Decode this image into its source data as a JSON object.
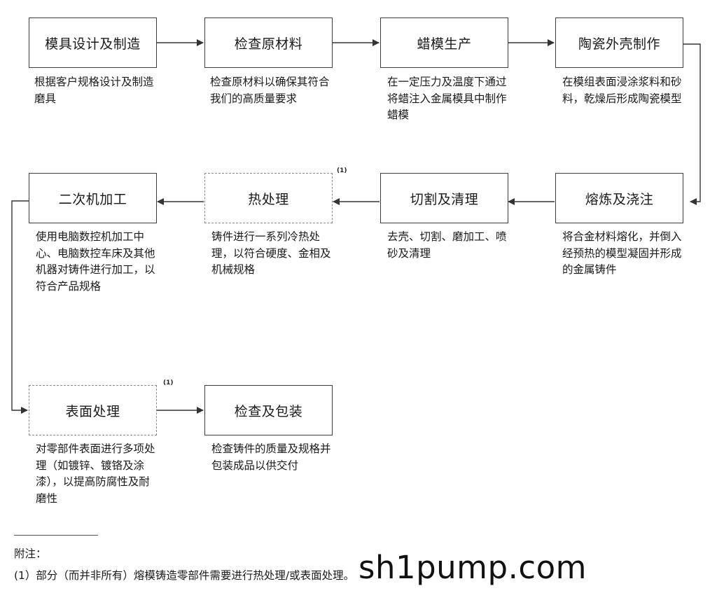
{
  "steps": [
    {
      "title": "模具设计及制造",
      "desc": "根据客户规格设计及制造磨具"
    },
    {
      "title": "检查原材料",
      "desc": "检查原材料以确保其符合我们的高质量要求"
    },
    {
      "title": "蜡模生产",
      "desc": "在一定压力及温度下通过将蜡注入金属模具中制作蜡模"
    },
    {
      "title": "陶瓷外壳制作",
      "desc": "在模组表面浸涂浆料和砂料，乾燥后形成陶瓷模型"
    },
    {
      "title": "熔炼及浇注",
      "desc": "将合金材料熔化，并倒入经预热的模型凝固并形成的金属铸件"
    },
    {
      "title": "切割及清理",
      "desc": "去壳、切割、磨加工、喷砂及清理"
    },
    {
      "title": "热处理",
      "desc": "铸件进行一系列冷热处理，以符合硬度、金相及机械规格",
      "note_mark": "(1)"
    },
    {
      "title": "二次机加工",
      "desc": "使用电脑数控机加工中心、电脑数控车床及其他机器对铸件进行加工，以符合产品规格"
    },
    {
      "title": "表面处理",
      "desc": "对零部件表面进行多项处理（如镀锌、镀铬及涂漆），以提高防腐性及耐磨性",
      "note_mark": "(1)"
    },
    {
      "title": "检查及包装",
      "desc": "检查铸件的质量及规格并包装成品以供交付"
    }
  ],
  "footnote": {
    "heading": "附注：",
    "text": "(1）部分（而并非所有）熔模铸造零部件需要进行热处理/或表面处理。"
  },
  "watermark": "sh1pump.com",
  "colors": {
    "border": "#3c3c3c",
    "dashed_border": "#8a8a8a",
    "arrow": "#333333"
  }
}
